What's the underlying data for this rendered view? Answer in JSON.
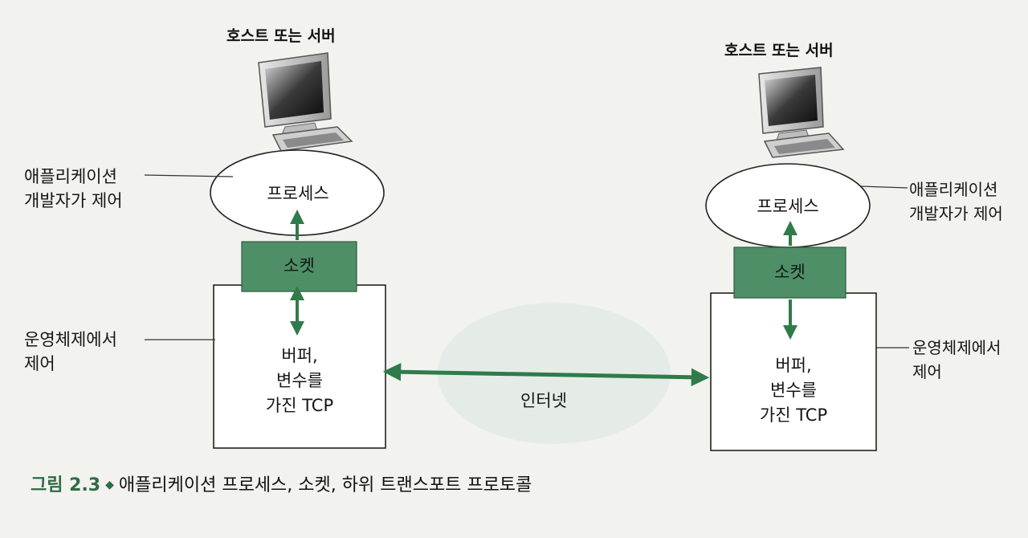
{
  "hosts": [
    {
      "title": "호스트 또는 서버",
      "process_label": "프로세스",
      "socket_label": "소켓",
      "tcp_lines": [
        "버퍼,",
        "변수를",
        "가진 TCP"
      ],
      "app_label": [
        "애플리케이션",
        "개발자가 제어"
      ],
      "os_label": [
        "운영체제에서",
        "제어"
      ]
    },
    {
      "title": "호스트 또는 서버",
      "process_label": "프로세스",
      "socket_label": "소켓",
      "tcp_lines": [
        "버퍼,",
        "변수를",
        "가진 TCP"
      ],
      "app_label": [
        "애플리케이션",
        "개발자가 제어"
      ],
      "os_label": [
        "운영체제에서",
        "제어"
      ]
    }
  ],
  "network_label": "인터넷",
  "caption": {
    "figure": "그림 2.3",
    "text": "애플리케이션 프로세스, 소켓, 하위 트랜스포트 프로토콜"
  },
  "colors": {
    "socket_fill": "#4f8f67",
    "arrow": "#2f7b4a",
    "caption_accent": "#2f6b45"
  }
}
